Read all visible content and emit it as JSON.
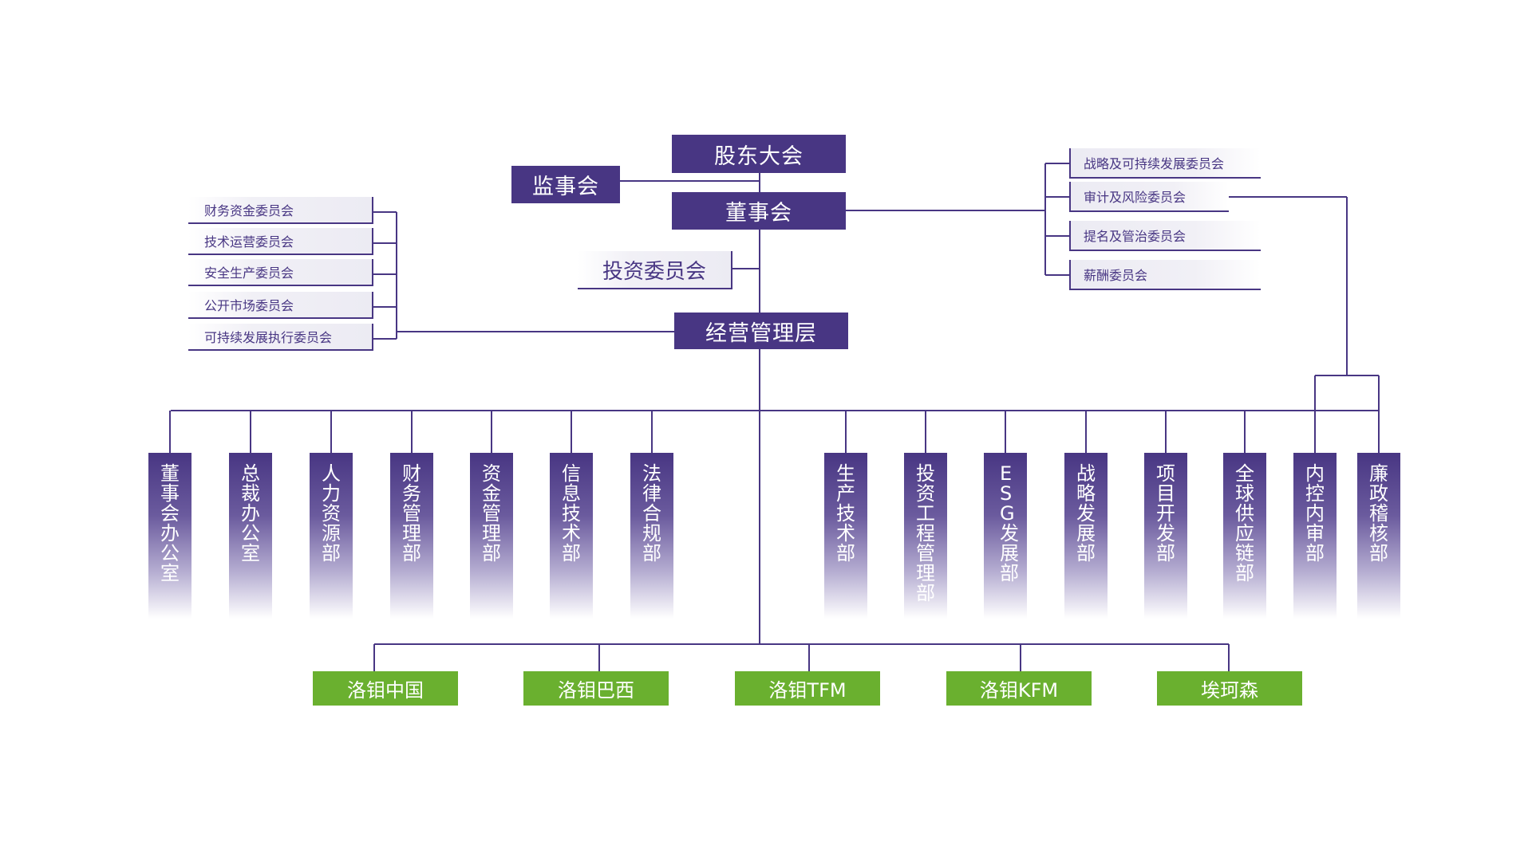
{
  "colors": {
    "primary": "#483683",
    "subsidiary": "#6ab02f",
    "text_on_fill": "#ffffff"
  },
  "top": {
    "shareholders": "股东大会",
    "supervisory": "监事会",
    "board": "董事会",
    "investment_committee": "投资委员会",
    "management": "经营管理层"
  },
  "board_committees": [
    "战略及可持续发展委员会",
    "审计及风险委员会",
    "提名及管治委员会",
    "薪酬委员会"
  ],
  "management_committees": [
    "财务资金委员会",
    "技术运营委员会",
    "安全生产委员会",
    "公开市场委员会",
    "可持续发展执行委员会"
  ],
  "departments_left": [
    "董事会办公室",
    "总裁办公室",
    "人力资源部",
    "财务管理部",
    "资金管理部",
    "信息技术部",
    "法律合规部"
  ],
  "departments_right": [
    "生产技术部",
    "投资工程管理部",
    "ESG发展部",
    "战略发展部",
    "项目开发部",
    "全球供应链部",
    "内控内审部",
    "廉政稽核部"
  ],
  "subsidiaries": [
    "洛钼中国",
    "洛钼巴西",
    "洛钼TFM",
    "洛钼KFM",
    "埃珂森"
  ]
}
